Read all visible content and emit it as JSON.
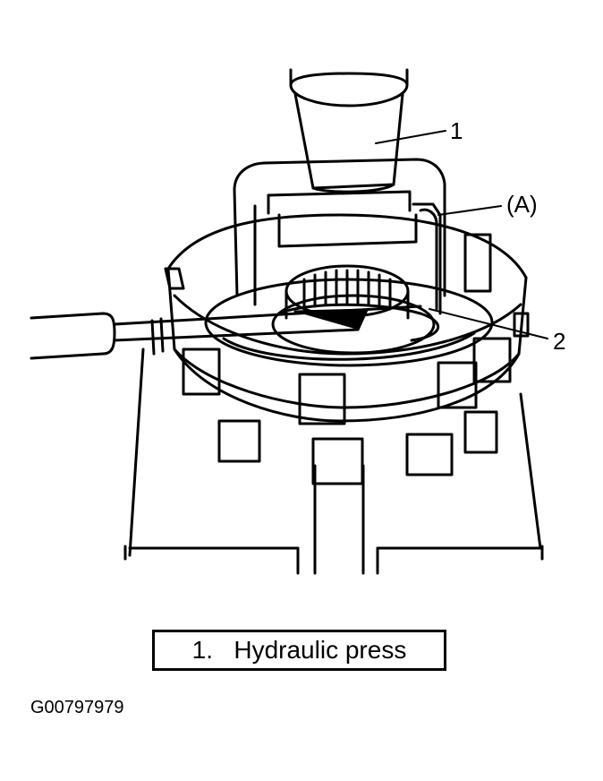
{
  "callouts": {
    "item_1": "1",
    "item_a": "(A)",
    "item_2": "2"
  },
  "legend": {
    "text": "1.   Hydraulic press"
  },
  "figure_id": "G00797979",
  "colors": {
    "ink": "#000000",
    "paper": "#ffffff"
  }
}
